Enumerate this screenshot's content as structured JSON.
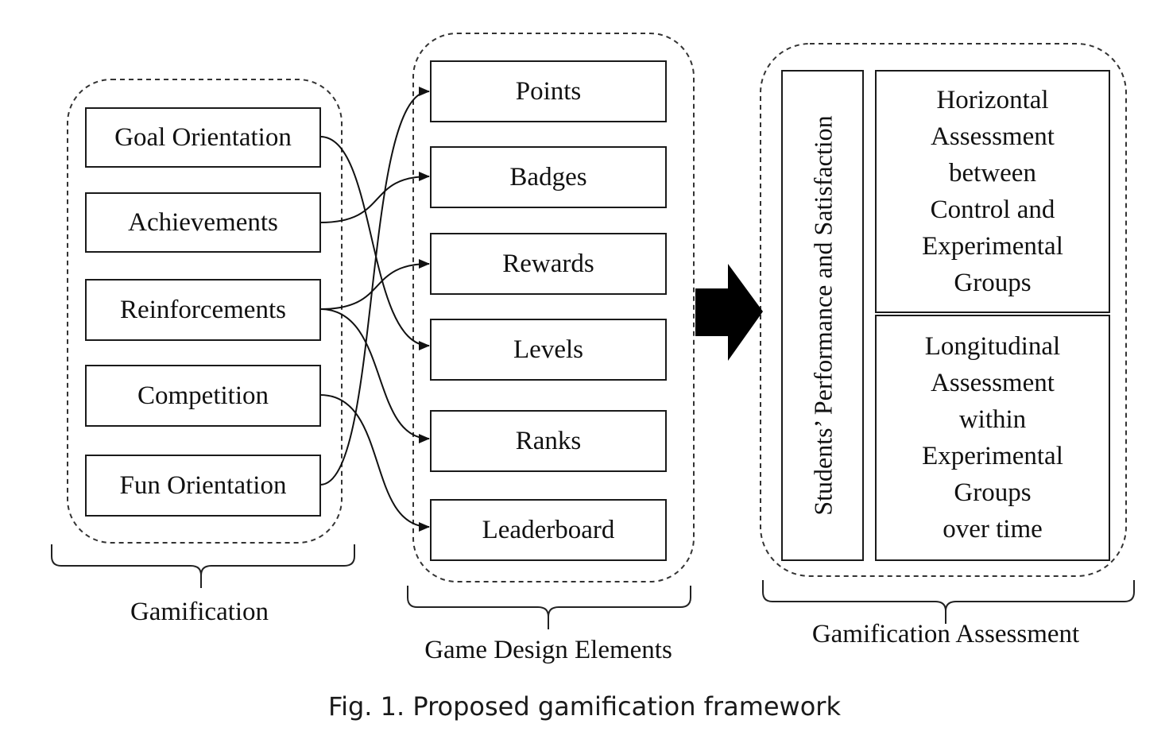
{
  "gamification": {
    "items": [
      "Goal Orientation",
      "Achievements",
      "Reinforcements",
      "Competition",
      "Fun Orientation"
    ],
    "group_label": "Gamification"
  },
  "game_design_elements": {
    "items": [
      "Points",
      "Badges",
      "Rewards",
      "Levels",
      "Ranks",
      "Leaderboard"
    ],
    "group_label": "Game Design Elements"
  },
  "assessment": {
    "vertical_label": "Students’ Performance and Satisfaction",
    "horizontal_lines": [
      "Horizontal",
      "Assessment",
      "between",
      "Control and",
      "Experimental",
      "Groups"
    ],
    "longitudinal_lines": [
      "Longitudinal",
      "Assessment",
      "within",
      "Experimental",
      "Groups",
      "over time"
    ],
    "group_label": "Gamification Assessment"
  },
  "connections": [
    {
      "from": "Goal Orientation",
      "to": "Levels"
    },
    {
      "from": "Achievements",
      "to": "Badges"
    },
    {
      "from": "Reinforcements",
      "to": "Rewards"
    },
    {
      "from": "Reinforcements",
      "to": "Ranks"
    },
    {
      "from": "Competition",
      "to": "Leaderboard"
    },
    {
      "from": "Fun Orientation",
      "to": "Points"
    }
  ],
  "caption": "Fig. 1.  Proposed gamification framework"
}
